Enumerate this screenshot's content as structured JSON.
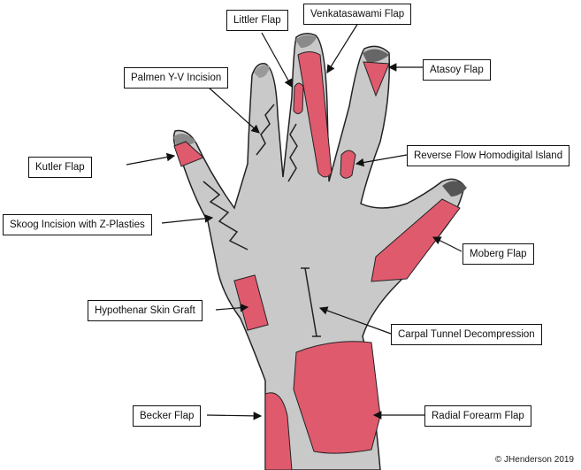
{
  "labels": {
    "littler": "Littler Flap",
    "venkatasawami": "Venkatasawami Flap",
    "atasoy": "Atasoy Flap",
    "palmen": "Palmen Y-V Incision",
    "reverse_flow": "Reverse Flow Homodigital Island",
    "kutler": "Kutler Flap",
    "skoog": "Skoog Incision with Z-Plasties",
    "moberg": "Moberg Flap",
    "hypothenar": "Hypothenar Skin Graft",
    "carpal_tunnel": "Carpal Tunnel Decompression",
    "becker": "Becker Flap",
    "radial_forearm": "Radial Forearm Flap"
  },
  "credit": "© JHenderson 2019",
  "colors": {
    "skin": "#c9c9c9",
    "flap": "#e05a6e",
    "outline": "#222222",
    "nail": "#8a8a8a"
  }
}
